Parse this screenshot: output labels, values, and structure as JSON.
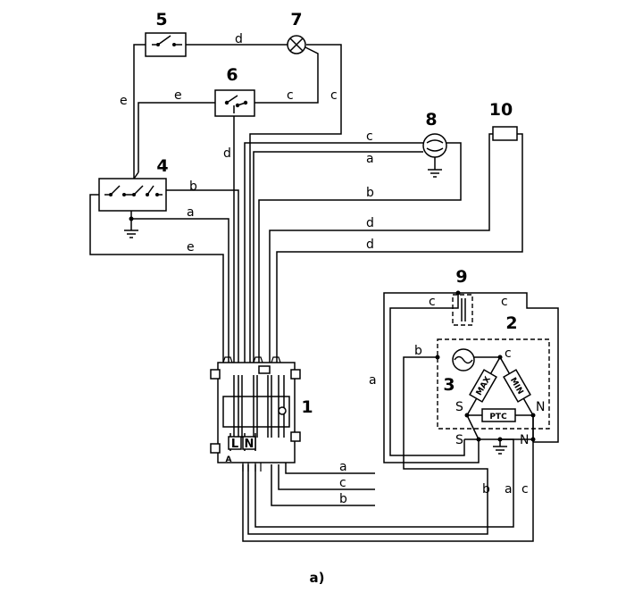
{
  "components": {
    "terminal_block": "1",
    "thermostat": "2",
    "thermostat_inner": "3",
    "switch_4": "4",
    "switch_5": "5",
    "switch_6": "6",
    "lamp": "7",
    "motor": "8",
    "capacitor": "9",
    "heater": "10"
  },
  "wire_labels": {
    "a": "a",
    "b": "b",
    "c": "c",
    "d": "d",
    "e": "e"
  },
  "thermostat_labels": {
    "max": "MAX",
    "min": "MIN",
    "ptc": "PTC",
    "s": "S",
    "n": "N",
    "c": "c"
  },
  "terminal_labels": {
    "l": "L",
    "n": "N",
    "a": "A"
  },
  "caption": "a)"
}
